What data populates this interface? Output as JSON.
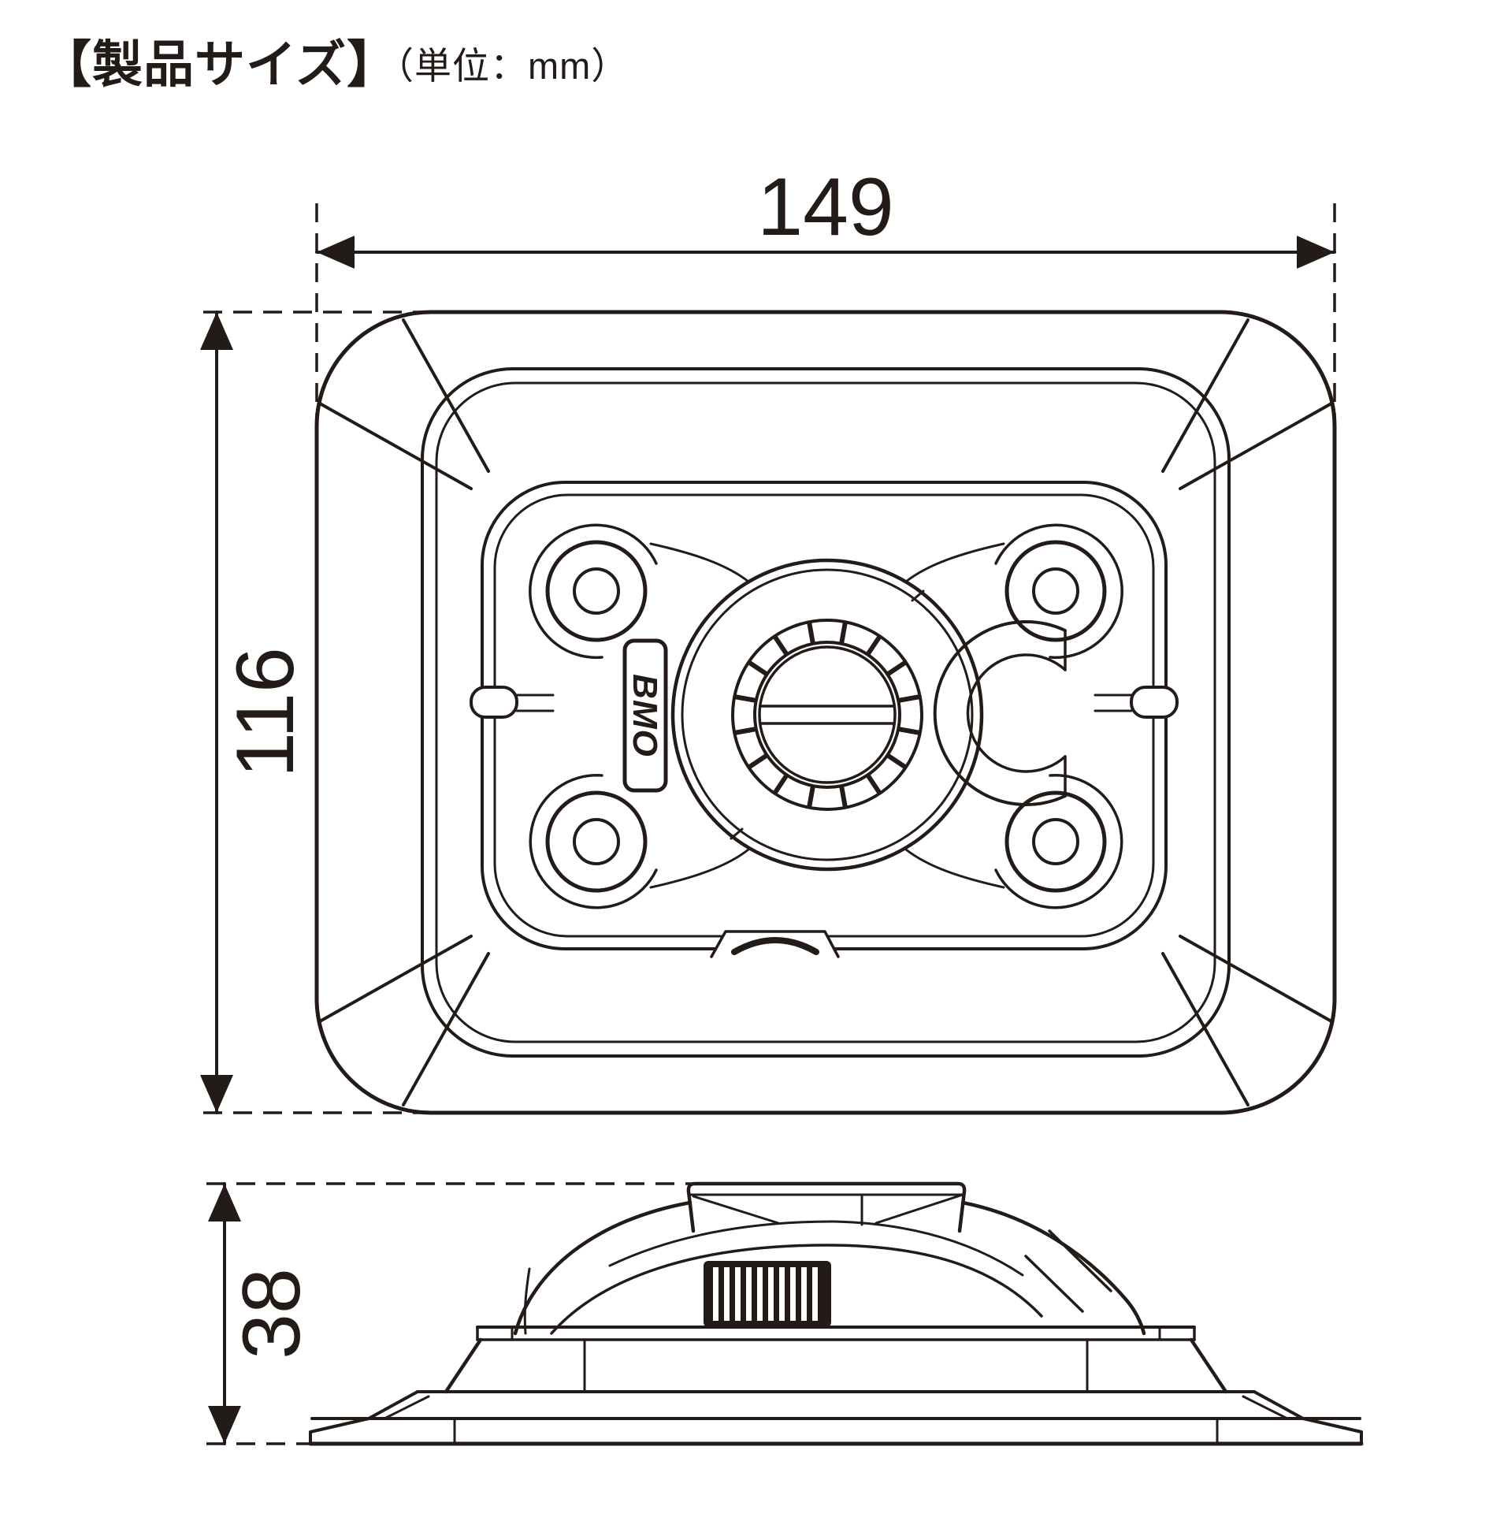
{
  "colors": {
    "ink": "#231b18",
    "background": "#ffffff"
  },
  "header": {
    "title": "【製品サイズ】",
    "unit_note": "（単位：mm）"
  },
  "dims": {
    "width": "149",
    "height": "116",
    "depth": "38",
    "unit": "mm"
  },
  "logo": {
    "text": "BMO"
  }
}
